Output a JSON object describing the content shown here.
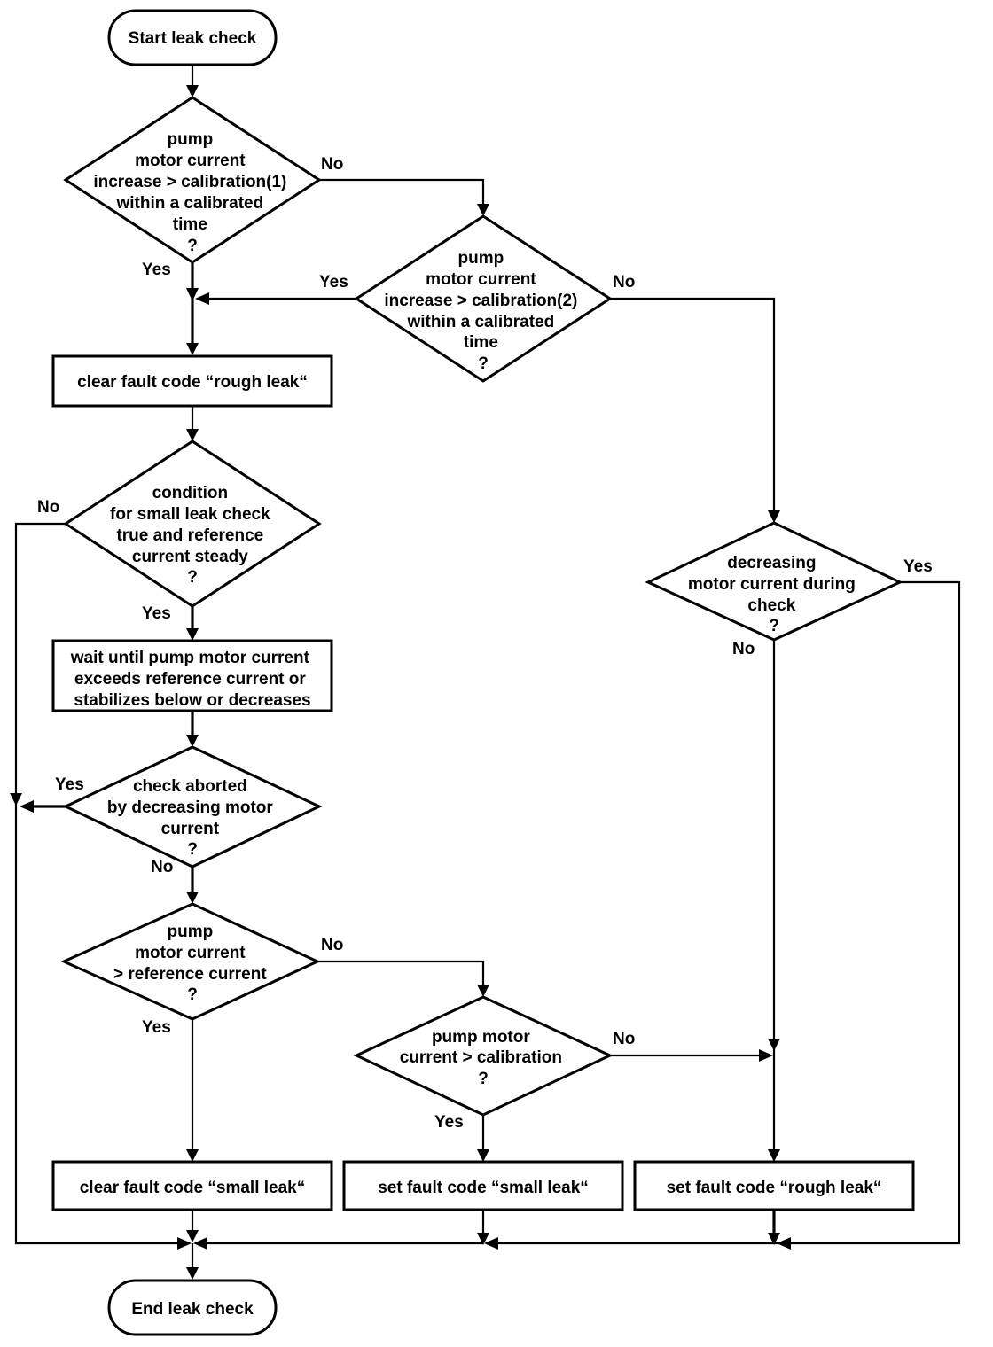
{
  "nodes": {
    "start": "Start leak check",
    "d1": [
      "pump",
      "motor current",
      "increase > calibration(1)",
      "within a calibrated",
      "time",
      "?"
    ],
    "d2": [
      "pump",
      "motor current",
      "increase > calibration(2)",
      "within a calibrated",
      "time",
      "?"
    ],
    "clear_rough": "clear fault code “rough leak“",
    "d3": [
      "condition",
      "for small leak check",
      "true and reference",
      "current steady",
      "?"
    ],
    "d4": [
      "decreasing",
      "motor current during",
      "check",
      "?"
    ],
    "wait": [
      "wait until pump motor current",
      "exceeds reference current or",
      "stabilizes below or decreases"
    ],
    "d5": [
      "check aborted",
      "by decreasing motor",
      "current",
      "?"
    ],
    "d6": [
      "pump",
      "motor current",
      "> reference current",
      "?"
    ],
    "d7": [
      "pump motor",
      "current > calibration",
      "?"
    ],
    "clear_small": "clear fault code “small leak“",
    "set_small": "set fault code “small leak“",
    "set_rough": "set fault code “rough leak“",
    "end": "End leak check"
  },
  "edge_labels": {
    "d1_no": "No",
    "d1_yes": "Yes",
    "d2_yes": "Yes",
    "d2_no": "No",
    "d3_no": "No",
    "d3_yes": "Yes",
    "d4_yes": "Yes",
    "d4_no": "No",
    "d5_yes": "Yes",
    "d5_no": "No",
    "d6_no": "No",
    "d6_yes": "Yes",
    "d7_no": "No",
    "d7_yes": "Yes"
  },
  "colors": {
    "stroke": "#000000",
    "fill": "#ffffff"
  }
}
